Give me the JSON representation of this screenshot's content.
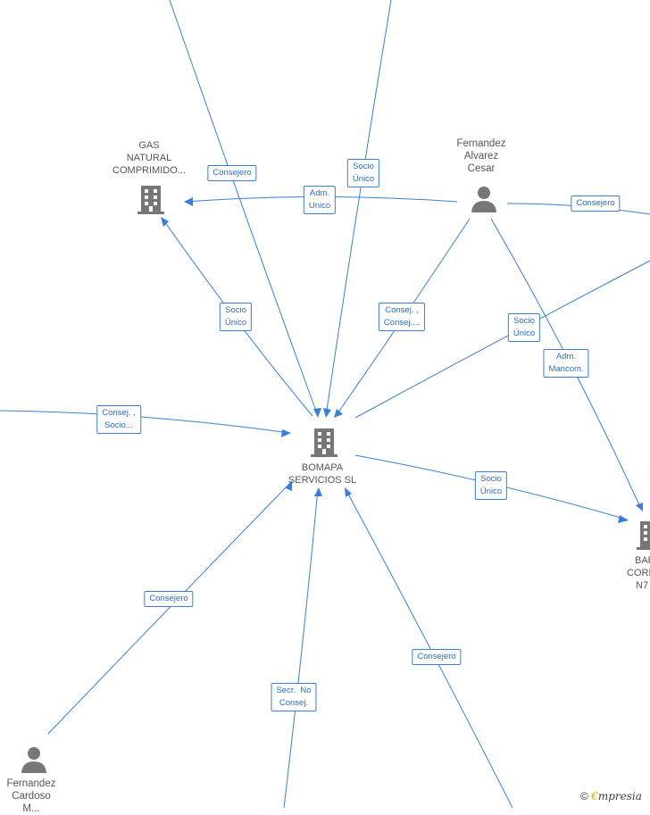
{
  "nodes": {
    "gas_natural": {
      "label_lines": [
        "GAS",
        "NATURAL",
        "COMPRIMIDO..."
      ],
      "icon": "building-icon"
    },
    "fernandez_alvarez": {
      "label_lines": [
        "Fernandez",
        "Alvarez",
        "Cesar"
      ],
      "icon": "person-icon"
    },
    "bomapa": {
      "label_lines": [
        "BOMAPA",
        "SERVICIOS SL"
      ],
      "icon": "building-icon"
    },
    "bar_cord": {
      "label_lines": [
        "BAR",
        "CORD",
        "N7"
      ],
      "icon": "building-icon"
    },
    "fernandez_cardoso": {
      "label_lines": [
        "Fernandez",
        "Cardoso",
        "M..."
      ],
      "icon": "person-icon"
    }
  },
  "edge_labels": {
    "consejero_top": [
      "Consejero"
    ],
    "socio_unico_top": [
      "Socio",
      "Único"
    ],
    "adm_unico": [
      "Adm.",
      "Unico"
    ],
    "consejero_right": [
      "Consejero"
    ],
    "socio_unico_gas": [
      "Socio",
      "Único"
    ],
    "consej_consej": [
      "Consej. ,",
      "Consej...."
    ],
    "socio_unico_right": [
      "Socio",
      "Único"
    ],
    "adm_mancom": [
      "Adm.",
      "Mancom."
    ],
    "consej_socio_left": [
      "Consej. ,",
      "Socio..."
    ],
    "socio_unico_bar": [
      "Socio",
      "Único"
    ],
    "consejero_lowleft": [
      "Consejero"
    ],
    "secr_no_consej": [
      "Secr.  No",
      "Consej."
    ],
    "consejero_lowright": [
      "Consejero"
    ]
  },
  "brand": {
    "copyright": "©",
    "initial": "€",
    "rest": "mpresia"
  },
  "colors": {
    "edge": "#3a7fd5",
    "icon": "#777777"
  }
}
